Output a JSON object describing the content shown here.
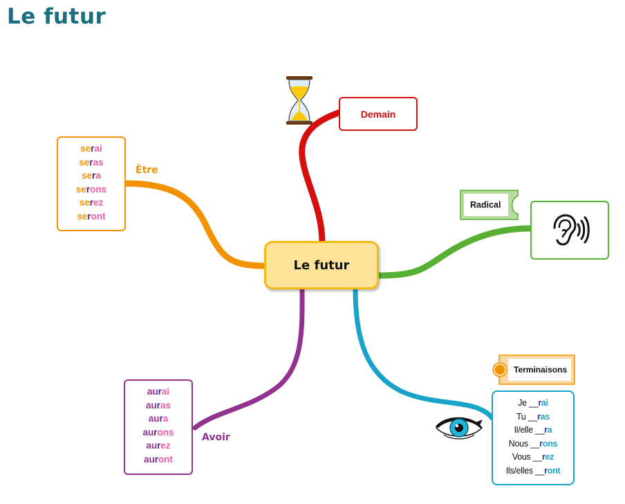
{
  "page": {
    "title": "Le futur"
  },
  "center": {
    "label": "Le futur",
    "fill": "#fee49a",
    "border": "#f8b90f"
  },
  "branches": {
    "demain": {
      "label": "Demain",
      "color": "#d50e0e",
      "icon": "hourglass-icon"
    },
    "etre": {
      "label": "Être",
      "color": "#f39200",
      "stem_color": "#f39200",
      "radical_color": "#3c2a8c",
      "ending_color": "#ee5ba8",
      "forms": [
        {
          "stem": "se",
          "radical": "r",
          "ending": "ai"
        },
        {
          "stem": "se",
          "radical": "r",
          "ending": "as"
        },
        {
          "stem": "se",
          "radical": "r",
          "ending": "a"
        },
        {
          "stem": "se",
          "radical": "r",
          "ending": "ons"
        },
        {
          "stem": "se",
          "radical": "r",
          "ending": "ez"
        },
        {
          "stem": "se",
          "radical": "r",
          "ending": "ont"
        }
      ]
    },
    "avoir": {
      "label": "Avoir",
      "color": "#93328e",
      "stem_color": "#93328e",
      "radical_color": "#3c2a8c",
      "ending_color": "#ee5ba8",
      "forms": [
        {
          "stem": "au",
          "radical": "r",
          "ending": "ai"
        },
        {
          "stem": "au",
          "radical": "r",
          "ending": "as"
        },
        {
          "stem": "au",
          "radical": "r",
          "ending": "a"
        },
        {
          "stem": "au",
          "radical": "r",
          "ending": "ons"
        },
        {
          "stem": "au",
          "radical": "r",
          "ending": "ez"
        },
        {
          "stem": "au",
          "radical": "r",
          "ending": "ont"
        }
      ]
    },
    "radical": {
      "label": "Radical",
      "color": "#58b033",
      "icon": "ear-listening-icon"
    },
    "terminaisons": {
      "label": "Terminaisons",
      "color": "#1aa3c8",
      "tag_color": "#f39200",
      "icon": "eye-icon",
      "radical_color": "#3c2a8c",
      "ending_color": "#1aa3c8",
      "rows": [
        {
          "pronoun": "Je",
          "blank": "__",
          "radical": "r",
          "ending": "ai"
        },
        {
          "pronoun": "Tu",
          "blank": "__",
          "radical": "r",
          "ending": "as"
        },
        {
          "pronoun": "Il/elle",
          "blank": "__",
          "radical": "r",
          "ending": "a"
        },
        {
          "pronoun": "Nous",
          "blank": "__",
          "radical": "r",
          "ending": "ons"
        },
        {
          "pronoun": "Vous",
          "blank": "__",
          "radical": "r",
          "ending": "ez"
        },
        {
          "pronoun": "Ils/elles",
          "blank": "__",
          "radical": "r",
          "ending": "ont"
        }
      ]
    }
  }
}
